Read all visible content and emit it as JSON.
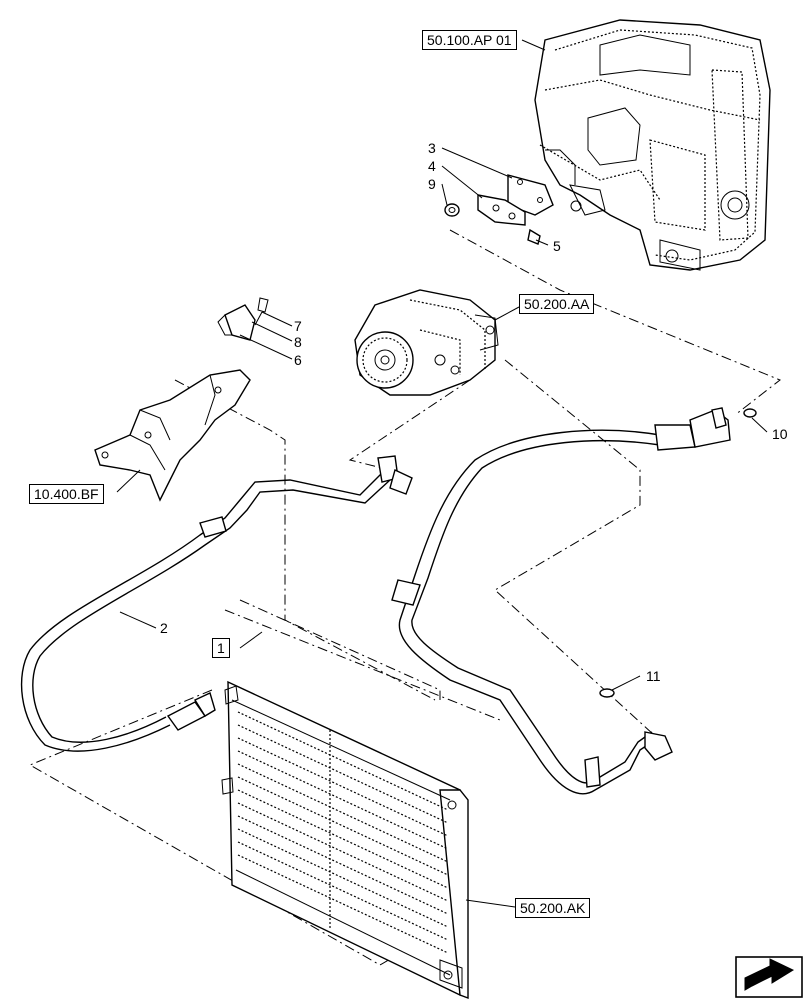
{
  "references": {
    "hvac_unit": "50.100.AP 01",
    "compressor": "50.200.AA",
    "bracket": "10.400.BF",
    "condenser": "50.200.AK",
    "assembly": "1"
  },
  "callouts": {
    "c2": "2",
    "c3": "3",
    "c4": "4",
    "c5": "5",
    "c6": "6",
    "c7": "7",
    "c8": "8",
    "c9": "9",
    "c10": "10",
    "c11": "11"
  },
  "icons": {
    "nav": "next-page-arrow-icon"
  }
}
